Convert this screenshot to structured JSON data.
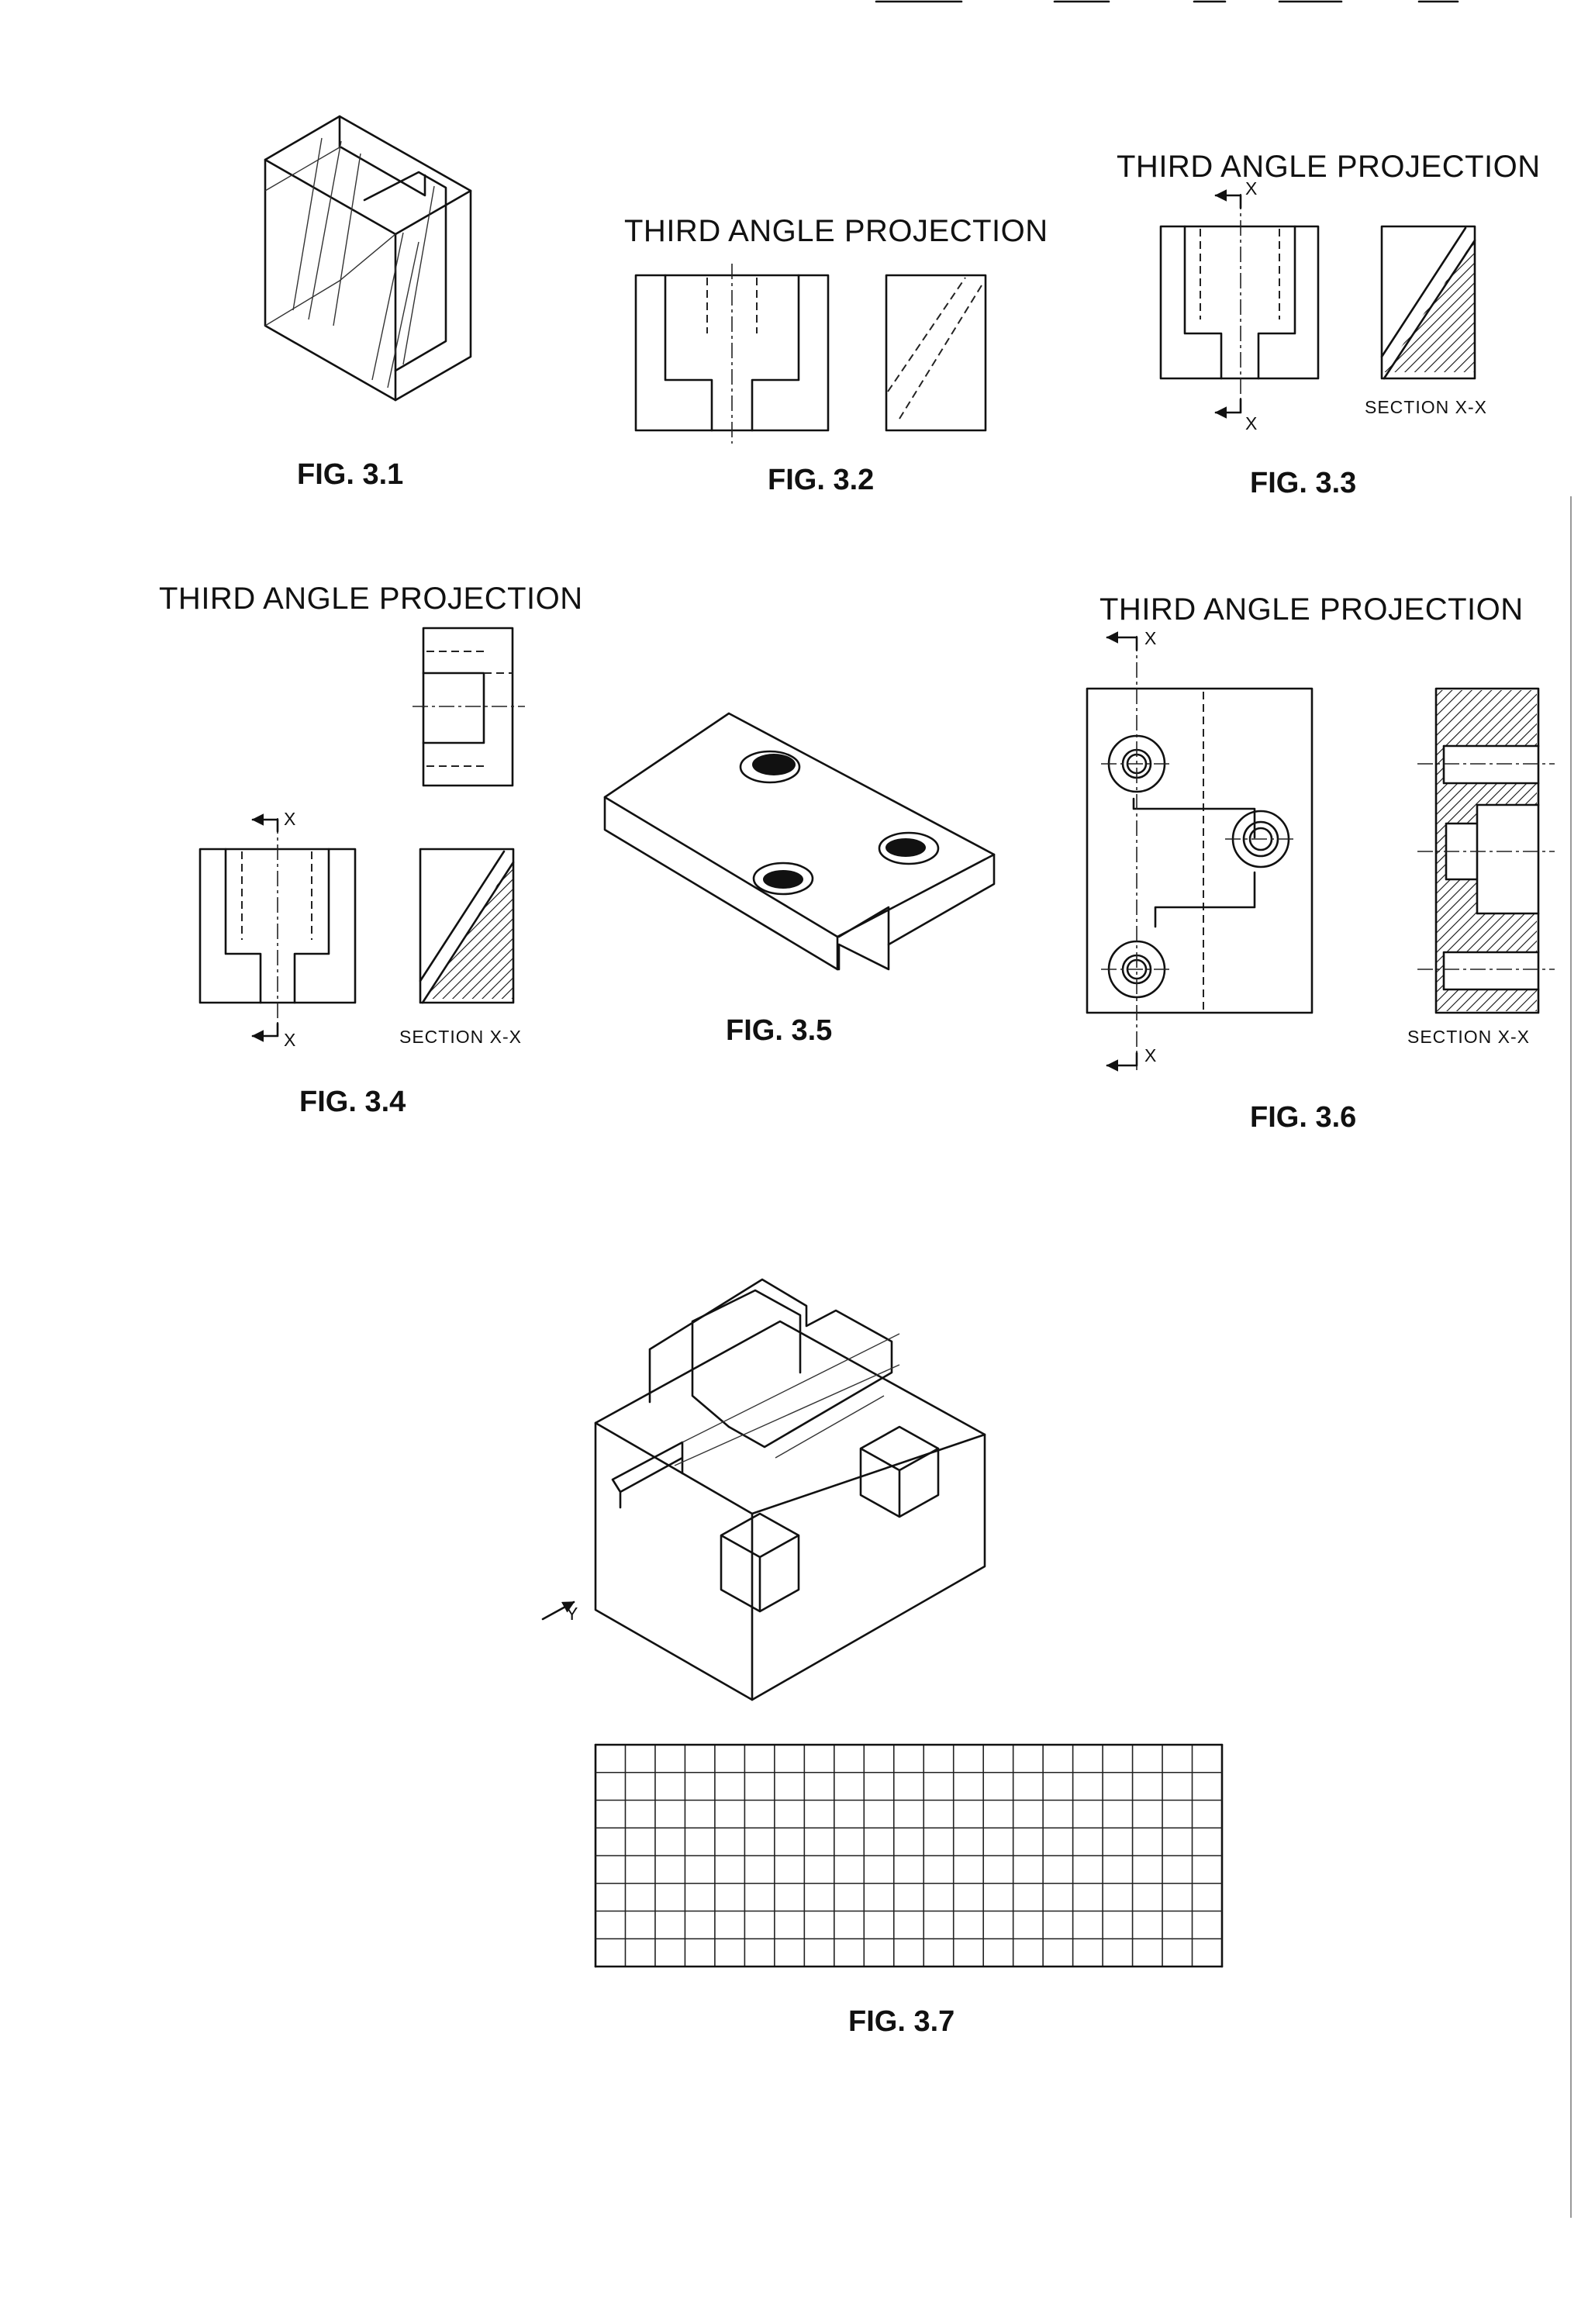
{
  "figures": [
    {
      "id": "3.1",
      "caption": "FIG. 3.1",
      "heading": ""
    },
    {
      "id": "3.2",
      "caption": "FIG. 3.2",
      "heading": "THIRD ANGLE PROJECTION"
    },
    {
      "id": "3.3",
      "caption": "FIG. 3.3",
      "heading": "THIRD ANGLE PROJECTION",
      "section_label": "SECTION X-X",
      "cut_mark": "X"
    },
    {
      "id": "3.4",
      "caption": "FIG. 3.4",
      "heading": "THIRD ANGLE PROJECTION",
      "section_label": "SECTION X-X",
      "cut_mark": "X"
    },
    {
      "id": "3.5",
      "caption": "FIG. 3.5",
      "heading": ""
    },
    {
      "id": "3.6",
      "caption": "FIG. 3.6",
      "heading": "THIRD ANGLE PROJECTION",
      "section_label": "SECTION X-X",
      "cut_mark": "X"
    },
    {
      "id": "3.7",
      "caption": "FIG. 3.7",
      "heading": "",
      "view_mark": "Y",
      "grid": {
        "columns": 21,
        "rows": 8
      }
    }
  ]
}
